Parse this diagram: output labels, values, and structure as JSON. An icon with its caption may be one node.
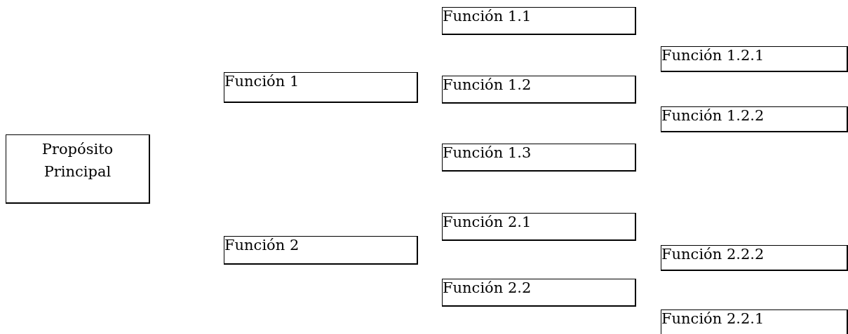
{
  "diagram": {
    "nodes": [
      {
        "text": [
          "Propósito Principal"
        ]
      },
      {
        "text": [
          "Función 1"
        ]
      },
      {
        "text": [
          "Función 1.1"
        ]
      },
      {
        "text": [
          "Función 1.2"
        ]
      },
      {
        "text": [
          "Función 1.2.1"
        ]
      },
      {
        "text": [
          "Función 1.2.2"
        ]
      },
      {
        "text": [
          "Función 1.3"
        ]
      },
      {
        "text": [
          "Función 2"
        ]
      },
      {
        "text": [
          "Función 2.1"
        ]
      },
      {
        "text": [
          "Función 2.2"
        ]
      },
      {
        "text": [
          "Función 2.2.2"
        ]
      },
      {
        "text": [
          "Función 2.2.1"
        ]
      }
    ],
    "edges": []
  }
}
